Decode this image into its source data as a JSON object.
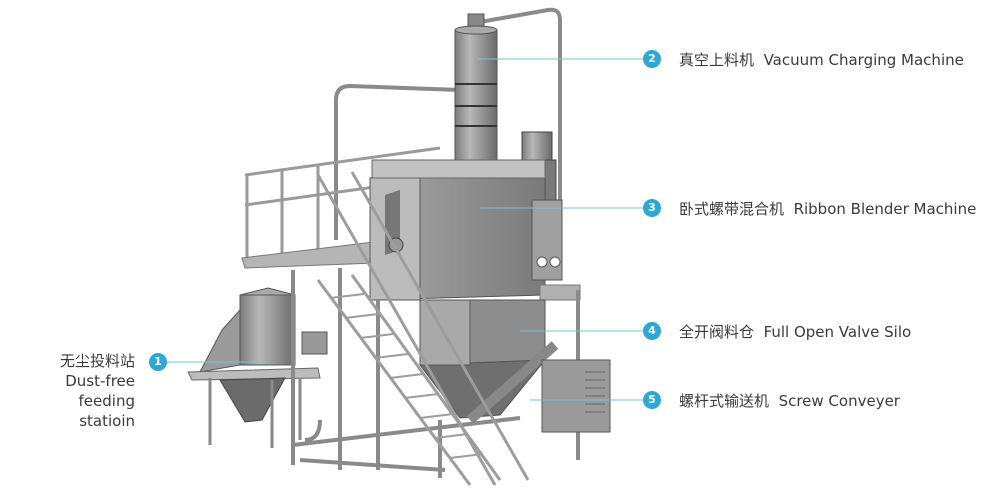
{
  "colors": {
    "accent": "#2ba8d8",
    "leader_line": "#6fc4dd",
    "text": "#3a3a3a",
    "metal_dark": "#6e6e6e",
    "metal_mid": "#9a9a9a",
    "metal_light": "#c8c8c8"
  },
  "callouts": [
    {
      "number": "1",
      "label_cn": "无尘投料站",
      "label_en_line1": "Dust-free",
      "label_en_line2": "feeding statioin"
    },
    {
      "number": "2",
      "label_cn": "真空上料机",
      "label_en": "Vacuum Charging Machine"
    },
    {
      "number": "3",
      "label_cn": "卧式螺带混合机",
      "label_en": "Ribbon Blender Machine"
    },
    {
      "number": "4",
      "label_cn": "全开阀料仓",
      "label_en": "Full Open Valve Silo"
    },
    {
      "number": "5",
      "label_cn": "螺杆式输送机",
      "label_en": "Screw Conveyer"
    }
  ]
}
